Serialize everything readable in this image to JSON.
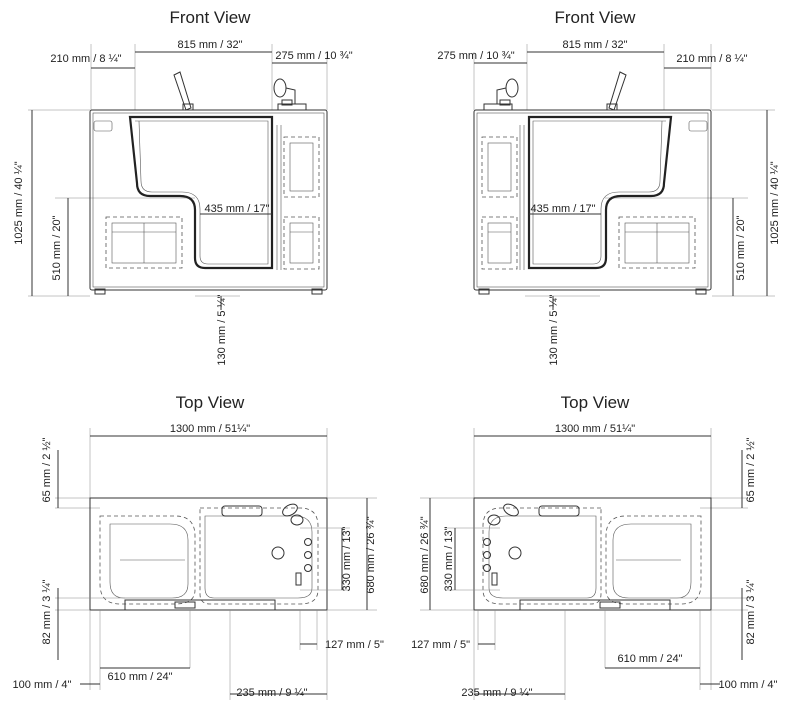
{
  "views": {
    "front_left": {
      "title": "Front View",
      "dim_width": "815 mm / 32\"",
      "dim_left_edge": "210 mm / 8 ¼\"",
      "dim_right_edge": "275 mm / 10 ¾\"",
      "dim_height": "1025 mm / 40 ¼\"",
      "dim_seat_height": "510 mm / 20\"",
      "dim_door": "435 mm / 17\"",
      "dim_step": "130 mm / 5 ¼\""
    },
    "front_right": {
      "title": "Front View",
      "dim_width": "815 mm / 32\"",
      "dim_left_edge": "275 mm / 10 ¾\"",
      "dim_right_edge": "210 mm / 8 ¼\"",
      "dim_height": "1025 mm / 40 ¼\"",
      "dim_seat_height": "510 mm / 20\"",
      "dim_door": "435 mm / 17\"",
      "dim_step": "130 mm / 5 ¼\""
    },
    "top_left": {
      "title": "Top View",
      "dim_length": "1300 mm / 51¼\"",
      "dim_rim": "65 mm / 2 ½\"",
      "dim_inner_width": "330 mm / 13\"",
      "dim_outer_width": "680 mm / 26 ¾\"",
      "dim_door_depth": "82 mm / 3 ¼\"",
      "dim_door_offset": "127 mm / 5\"",
      "dim_door_width": "610 mm / 24\"",
      "dim_end": "100 mm / 4\"",
      "dim_faucet": "235 mm / 9 ¼\""
    },
    "top_right": {
      "title": "Top View",
      "dim_length": "1300 mm / 51¼\"",
      "dim_rim": "65 mm / 2 ½\"",
      "dim_inner_width": "330 mm / 13\"",
      "dim_outer_width": "680 mm / 26 ¾\"",
      "dim_door_depth": "82 mm / 3 ¼\"",
      "dim_door_offset": "127 mm / 5\"",
      "dim_door_width": "610 mm / 24\"",
      "dim_end": "100 mm / 4\"",
      "dim_faucet": "235 mm / 9 ¼\""
    }
  }
}
